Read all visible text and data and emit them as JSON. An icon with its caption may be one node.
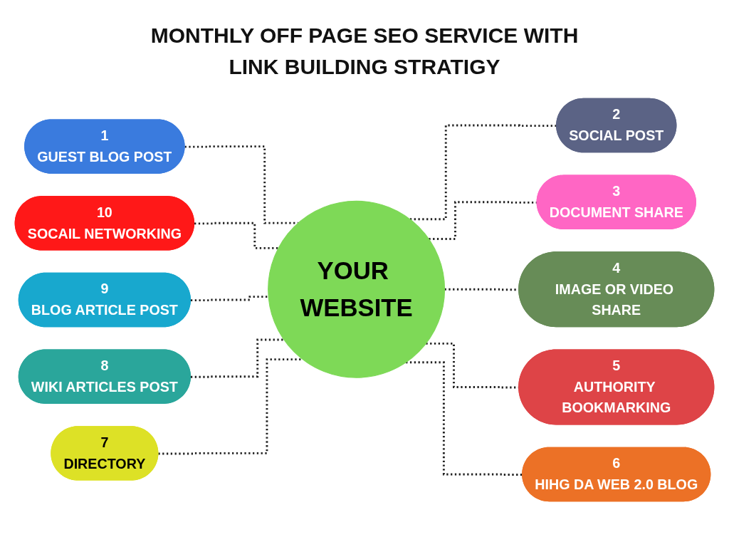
{
  "diagram": {
    "title": "MONTHLY OFF PAGE SEO SERVICE WITH LINK BUILDING STRATIGY",
    "nodes": [
      {
        "text": [
          "YOUR WEBSITE"
        ]
      },
      {
        "text": [
          "1",
          "GUEST BLOG POST"
        ]
      },
      {
        "text": [
          "2",
          "SOCIAL POST"
        ]
      },
      {
        "text": [
          "3",
          "DOCUMENT SHARE"
        ]
      },
      {
        "text": [
          "4",
          "IMAGE OR VIDEO SHARE"
        ]
      },
      {
        "text": [
          "5",
          "AUTHORITY BOOKMARKING"
        ]
      },
      {
        "text": [
          "6",
          "HIHG DA WEB 2.0 BLOG"
        ]
      },
      {
        "text": [
          "7",
          "DIRECTORY"
        ]
      },
      {
        "text": [
          "8",
          "WIKI ARTICLES POST"
        ]
      },
      {
        "text": [
          "9",
          "BLOG ARTICLE POST"
        ]
      },
      {
        "text": [
          "10",
          "SOCAIL NETWORKING"
        ]
      }
    ],
    "edges": [
      {
        "from": 1,
        "to": 0,
        "arrow": "none",
        "style": "dashed"
      },
      {
        "from": 0,
        "to": 2,
        "arrow": "none",
        "style": "dashed"
      },
      {
        "from": 10,
        "to": 0,
        "arrow": "none",
        "style": "dashed"
      },
      {
        "from": 0,
        "to": 3,
        "arrow": "none",
        "style": "dashed"
      },
      {
        "from": 9,
        "to": 0,
        "arrow": "none",
        "style": "dashed"
      },
      {
        "from": 0,
        "to": 4,
        "arrow": "none",
        "style": "dashed"
      },
      {
        "from": 8,
        "to": 0,
        "arrow": "none",
        "style": "dashed"
      },
      {
        "from": 0,
        "to": 5,
        "arrow": "none",
        "style": "dashed"
      },
      {
        "from": 7,
        "to": 0,
        "arrow": "none",
        "style": "dashed"
      },
      {
        "from": 0,
        "to": 6,
        "arrow": "none",
        "style": "dashed"
      }
    ]
  }
}
